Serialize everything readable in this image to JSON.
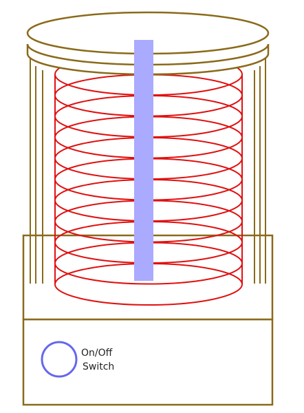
{
  "switch": {
    "line1": "On/Off",
    "line2": "Switch"
  },
  "coil": {
    "turns": 11
  },
  "colors": {
    "frame": "#8a6a1a",
    "coil": "#e01010",
    "core": "#aaaaff",
    "switch_button": "#6666ee",
    "text": "#222222"
  }
}
